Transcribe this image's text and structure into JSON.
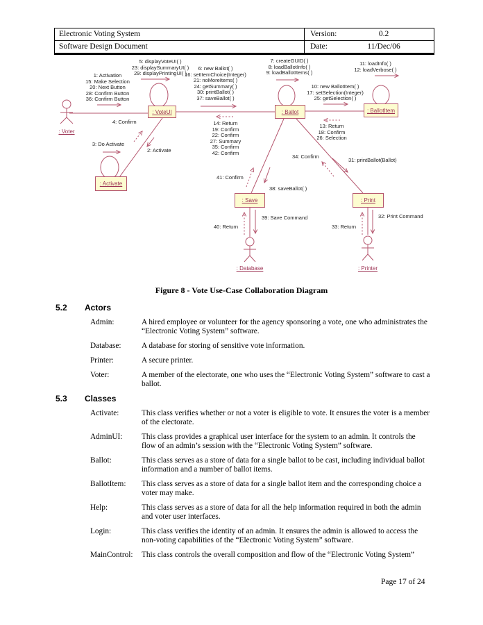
{
  "header": {
    "title_row1": "Electronic Voting System",
    "version_label": "Version:",
    "version_value": "0.2",
    "title_row2": "Software Design Document",
    "date_label": "Date:",
    "date_value": "11/Dec/06"
  },
  "diagram": {
    "colors": {
      "line": "#b5566e",
      "box_fill": "#fdfcd0",
      "object_label": "#9c3253",
      "message_text": "#1c1c1c"
    },
    "objects": {
      "voteui": ": VoteUI",
      "ballot": ": Ballot",
      "ballotitem": ": BallotItem",
      "activate": ": Activate",
      "save": ": Save",
      "print": ": Print"
    },
    "actors": {
      "voter": ": Voter",
      "database": ": Database",
      "printer": ": Printer"
    },
    "messages": {
      "voter_voteui": "1: Activation\n15: Make Selection\n20: Next Button\n28: Confirm Button\n36: Confirm Button",
      "voteui_self": "5: displayVoteUI( )\n23: displaySummaryUI( )\n29: displayPrintingUI( )",
      "voteui_ballot": "6: new Ballot( )\n16: setItemChoice(Integer)\n21: noMoreItems( )\n24: getSummary( )\n30: printBallot( )\n37: saveBallot( )",
      "ballot_voteui_return": "14: Return\n19: Confirm\n22: Confirm\n27: Summary\n35: Confirm\n42: Confirm",
      "ballot_self": "7: createGUID( )\n8: loadBallotInfo( )\n9: loadBallotItems( )",
      "ballotitem_self": "11: loadInfo( )\n12: loadVerbose( )",
      "ballot_ballotitem": "10: new BallotItem( )\n17: setSelection(Integer)\n25: getSelection( )",
      "ballotitem_ballot_return": "13: Return\n18: Confirm\n26: Selection",
      "activate_self": "3: Do Activate",
      "voteui_activate": "2: Activate",
      "activate_voteui_return": "4: Confirm",
      "ballot_save": "38: saveBallot( )",
      "save_ballot_return": "41: Confirm",
      "ballot_print": "31: printBallot(Ballot)",
      "print_ballot_return": "34: Confirm",
      "save_database": "39: Save Command",
      "database_save_return": "40: Return",
      "print_printer": "32: Print Command",
      "printer_print_return": "33: Return"
    }
  },
  "figure": {
    "caption": "Figure 8 - Vote Use-Case Collaboration Diagram"
  },
  "sections": [
    {
      "number": "5.2",
      "title": "Actors",
      "entries": [
        {
          "term": "Admin:",
          "definition": "A hired employee or volunteer for the agency sponsoring a vote, one who administrates the “Electronic Voting System” software."
        },
        {
          "term": "Database:",
          "definition": "A database for storing of sensitive vote information."
        },
        {
          "term": "Printer:",
          "definition": "A secure printer."
        },
        {
          "term": "Voter:",
          "definition": "A member of the electorate, one who uses the “Electronic Voting System” software to cast a ballot."
        }
      ]
    },
    {
      "number": "5.3",
      "title": "Classes",
      "entries": [
        {
          "term": "Activate:",
          "definition": "This class verifies whether or not a voter is eligible to vote.  It ensures the voter is a member of the electorate."
        },
        {
          "term": "AdminUI:",
          "definition": "This class provides a graphical user interface for the system to an admin.  It controls the flow of an admin’s session with the “Electronic Voting System” software."
        },
        {
          "term": "Ballot:",
          "definition": "This class serves as a store of data for a single ballot to be cast, including individual ballot information and a number of ballot items."
        },
        {
          "term": "BallotItem:",
          "definition": "This class serves as a store of data for a single ballot item and the corresponding choice a voter may make."
        },
        {
          "term": "Help:",
          "definition": "This class serves as a store of data for all the help information required in both the admin and voter user interfaces."
        },
        {
          "term": "Login:",
          "definition": "This class verifies the identity of an admin.  It ensures the admin is allowed to access the non-voting capabilities of the “Electronic Voting System” software."
        },
        {
          "term": "MainControl:",
          "definition": "This class controls the overall composition and flow of the “Electronic Voting System”"
        }
      ]
    }
  ],
  "footer": {
    "page_label": "Page 17 of 24"
  }
}
